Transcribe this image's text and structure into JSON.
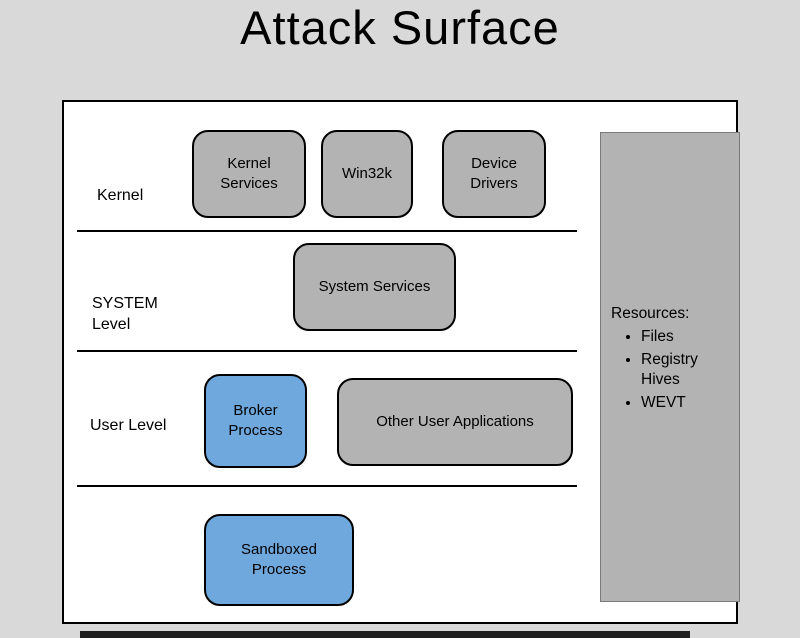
{
  "title": "Attack Surface",
  "diagram": {
    "kernel_row": {
      "label": "Kernel",
      "boxes": [
        {
          "label": "Kernel Services"
        },
        {
          "label": "Win32k"
        },
        {
          "label": "Device Drivers"
        }
      ]
    },
    "system_row": {
      "label": "SYSTEM Level",
      "boxes": [
        {
          "label": "System Services"
        }
      ]
    },
    "user_row": {
      "label": "User Level",
      "boxes": [
        {
          "label": "Broker Process"
        },
        {
          "label": "Other User Applications"
        }
      ]
    },
    "sandbox_row": {
      "boxes": [
        {
          "label": "Sandboxed Process"
        }
      ]
    },
    "resources": {
      "title": "Resources:",
      "items": [
        "Files",
        "Registry Hives",
        "WEVT"
      ]
    }
  },
  "colors": {
    "background": "#d9d9d9",
    "panel": "#ffffff",
    "box_gray": "#b3b3b3",
    "box_blue": "#6fa8dc",
    "border": "#000000",
    "bottom_bar": "#1f1f1f"
  }
}
